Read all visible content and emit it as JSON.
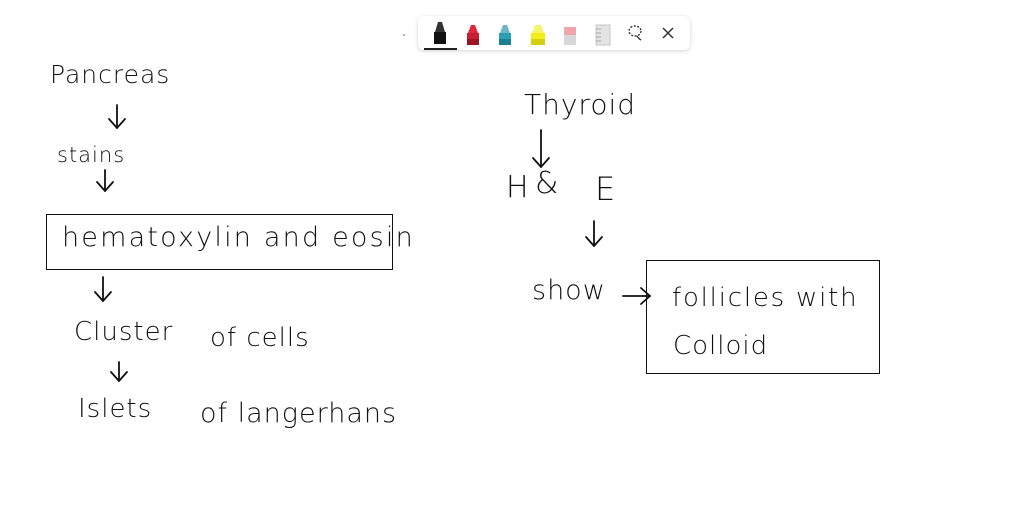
{
  "toolbar": {
    "tools": [
      {
        "icon": "black-marker-icon",
        "color": "#111111",
        "active": true
      },
      {
        "icon": "red-marker-icon",
        "color": "#e0263a"
      },
      {
        "icon": "teal-marker-icon",
        "color": "#2a9fb0"
      },
      {
        "icon": "yellow-highlighter-icon",
        "color": "#f2ee1a"
      },
      {
        "icon": "pink-eraser-icon",
        "color": "#f0a5ad"
      },
      {
        "icon": "ruler-icon",
        "color": "#cfcfcf"
      },
      {
        "icon": "lasso-icon",
        "color": "#333333"
      },
      {
        "icon": "close-icon",
        "color": "#333333"
      }
    ]
  },
  "left": {
    "pancreas": "Pancreas",
    "stains": "stains",
    "box_text": "hematoxylin and eosin",
    "cluster": "Cluster",
    "of_cells": "of cells",
    "islets": "Islets",
    "of_langerhans": "of langerhans"
  },
  "right": {
    "thyroid": "Thyroid",
    "he_h": "H",
    "he_amp": "&",
    "he_e": "E",
    "show": "show",
    "box_line1": "follicles with",
    "box_line2": "Colloid"
  },
  "colors": {
    "ink": "#111111"
  }
}
